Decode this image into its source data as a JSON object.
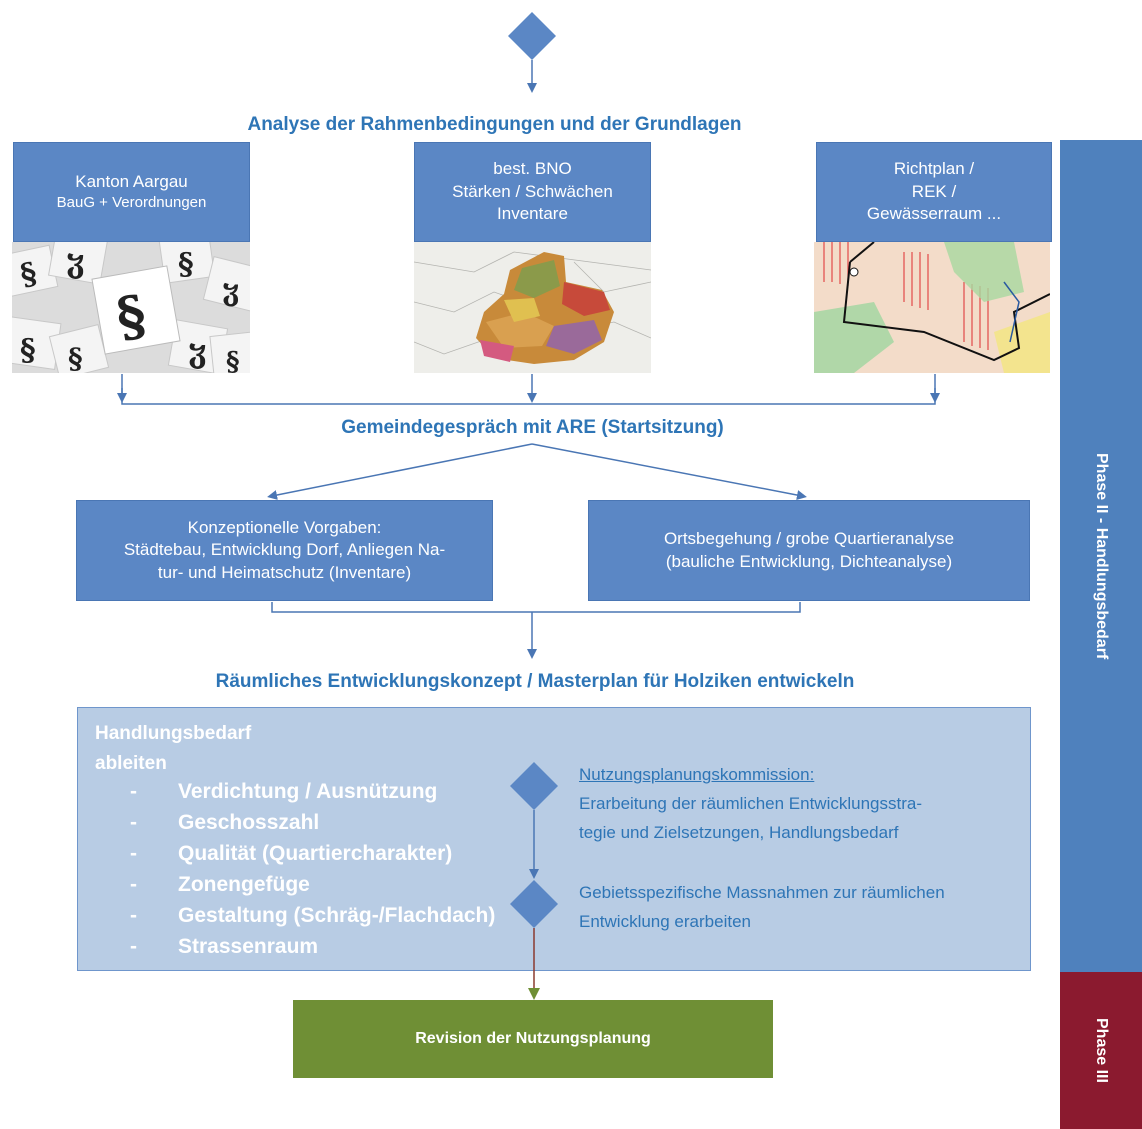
{
  "headings": {
    "analyse": "Analyse der Rahmenbedingungen und der Grundlagen",
    "gemeindegespraech": "Gemeindegespräch mit ARE (Startsitzung)",
    "rek": "Räumliches Entwicklungskonzept / Masterplan für Holziken entwickeln"
  },
  "top_boxes": [
    {
      "lines": [
        "Kanton Aargau",
        "BauG + Verordnungen"
      ]
    },
    {
      "lines": [
        "best. BNO",
        "Stärken / Schwächen",
        "Inventare"
      ]
    },
    {
      "lines": [
        "Richtplan /",
        "REK /",
        "Gewässerraum ..."
      ]
    }
  ],
  "middle_boxes": [
    {
      "lines": [
        "Konzeptionelle Vorgaben:",
        "Städtebau, Entwicklung Dorf, Anliegen Na-",
        "tur- und Heimatschutz (Inventare)"
      ]
    },
    {
      "lines": [
        "Ortsbegehung / grobe Quartieranalyse",
        "(bauliche Entwicklung, Dichteanalyse)"
      ]
    }
  ],
  "handlungsbedarf": {
    "title_line1": "Handlungsbedarf",
    "title_line2": "ableiten",
    "bullet_marker": "-",
    "items": [
      "Verdichtung / Ausnützung",
      "Geschosszahl",
      "Qualität (Quartiercharakter)",
      "Zonengefüge",
      "Gestaltung (Schräg-/Flachdach)",
      "Strassenraum"
    ]
  },
  "commission": {
    "title": "Nutzungsplanungskommission:",
    "line1": "Erarbeitung der räumlichen Entwicklungsstra-",
    "line2": "tegie und Zielsetzungen, Handlungsbedarf",
    "measures_line1": "Gebietsspezifische Massnahmen zur räumlichen",
    "measures_line2": "Entwicklung erarbeiten"
  },
  "revision": "Revision der Nutzungsplanung",
  "phases": {
    "phase2": "Phase II - Handlungsbedarf",
    "phase3": "Phase III"
  },
  "colors": {
    "box_blue": "#5b87c5",
    "heading_blue": "#2e75b6",
    "light_panel": "#b8cce4",
    "phase2": "#4f81bd",
    "phase3": "#8b1a2f",
    "revision_green": "#6f8f35"
  }
}
